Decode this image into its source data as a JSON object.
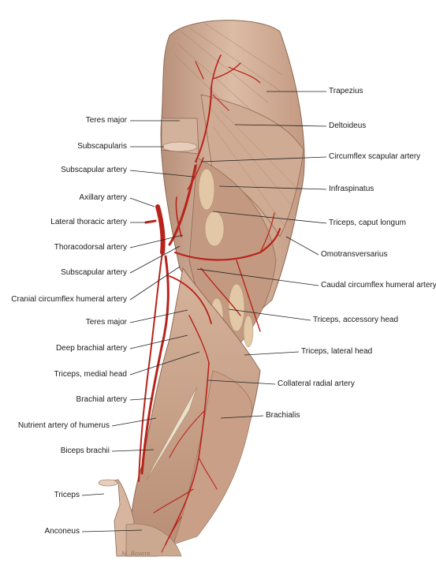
{
  "labels_left": [
    "Teres major",
    "Subscapularis",
    "Subscapular artery",
    "Axillary artery",
    "Lateral thoracic artery",
    "Thoracodorsal artery",
    "Subscapular artery",
    "Cranial circumflex humeral artery",
    "Teres major",
    "Deep brachial artery",
    "Triceps, medial head",
    "Brachial artery",
    "Nutrient artery of humerus",
    "Biceps brachii",
    "Triceps",
    "Anconeus"
  ],
  "labels_right": [
    "Trapezius",
    "Deltoideus",
    "Circumflex scapular artery",
    "Infraspinatus",
    "Triceps, caput longum",
    "Omotransversarius",
    "Caudal circumflex humeral artery",
    "Triceps, accessory head",
    "Triceps, lateral head",
    "Collateral radial artery",
    "Brachialis"
  ],
  "signature": "M. Rovere",
  "colors": {
    "muscle": "#c9a48a",
    "muscle_shadow": "#a57c63",
    "artery": "#b8231b",
    "leader": "#222222"
  }
}
